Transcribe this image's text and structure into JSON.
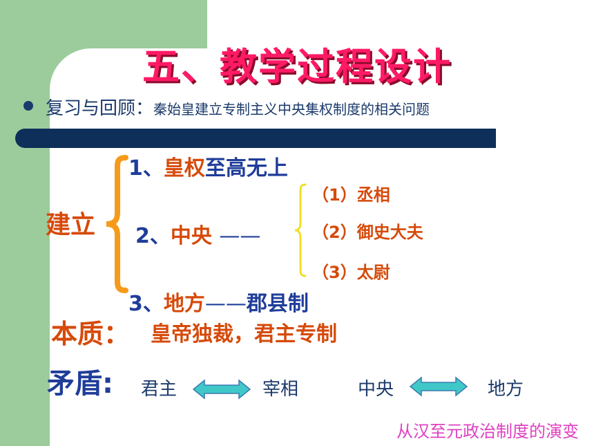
{
  "title": "五、教学过程设计",
  "review": {
    "label": "复习与回顾：",
    "topic": "秦始皇建立专制主义中央集权制度的相关问题"
  },
  "jianli": "建立",
  "points": {
    "p1_num": "1、",
    "p1_a": "皇权",
    "p1_b": "至高无上",
    "p2_num": "2、",
    "p2_a": "中央",
    "p2_dash": "——",
    "p3_num": "3、",
    "p3_a": "地方",
    "p3_dash": "——",
    "p3_b": "郡县制"
  },
  "central_officials": [
    "（1）丞相",
    "（2）御史大夫",
    "（3）太尉"
  ],
  "essence": {
    "label": "本质",
    "colon": "：",
    "text": "皇帝独裁，君主专制"
  },
  "contradiction": {
    "label": "矛盾:",
    "pair1_left": "君主",
    "pair1_right": "宰相",
    "pair2_left": "中央",
    "pair2_right": "地方"
  },
  "footer": "从汉至元政治制度的演变",
  "colors": {
    "green": "#9ccc9c",
    "title": "#ff1a66",
    "navy": "#0d2f5a",
    "orange": "#d64a0a",
    "blue": "#1f3d99",
    "arrow": "#40c8c8",
    "footer": "#e040c0"
  }
}
